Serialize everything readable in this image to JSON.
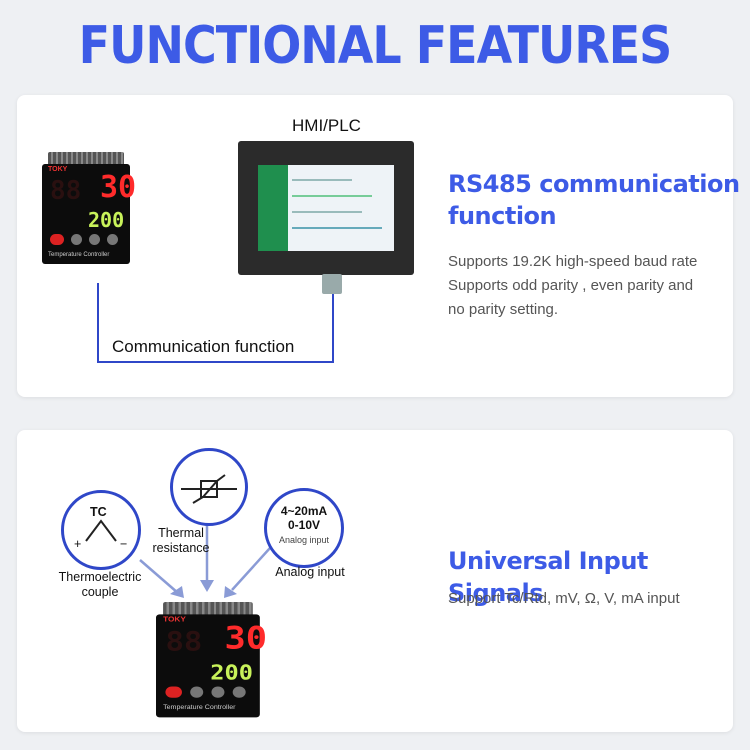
{
  "title": "FUNCTIONAL FEATURES",
  "card1": {
    "hmi_label": "HMI/PLC",
    "link_label": "Communication function",
    "heading_line1": "RS485 communication",
    "heading_line2": "function",
    "desc_line1": "Supports 19.2K high-speed baud rate",
    "desc_line2": "Supports odd parity , even parity and",
    "desc_line3": "no parity setting."
  },
  "device": {
    "brand": "TOKY",
    "pv": "30",
    "sv": "200",
    "caption": "Temperature Controller"
  },
  "card2": {
    "tc_symbol": "TC",
    "plus": "+",
    "minus": "−",
    "thermo_label_1": "Thermoelectric",
    "thermo_label_2": "couple",
    "thermal_label_1": "Thermal",
    "thermal_label_2": "resistance",
    "analog_range_1": "4~20mA",
    "analog_range_2": "0-10V",
    "analog_small": "Analog input",
    "analog_label": "Analog input",
    "heading": "Universal Input Signals",
    "desc": "Support Tc/Rtd, mV, Ω, V, mA input"
  },
  "colors": {
    "accent": "#3d5be6",
    "line": "#2f47c8"
  }
}
